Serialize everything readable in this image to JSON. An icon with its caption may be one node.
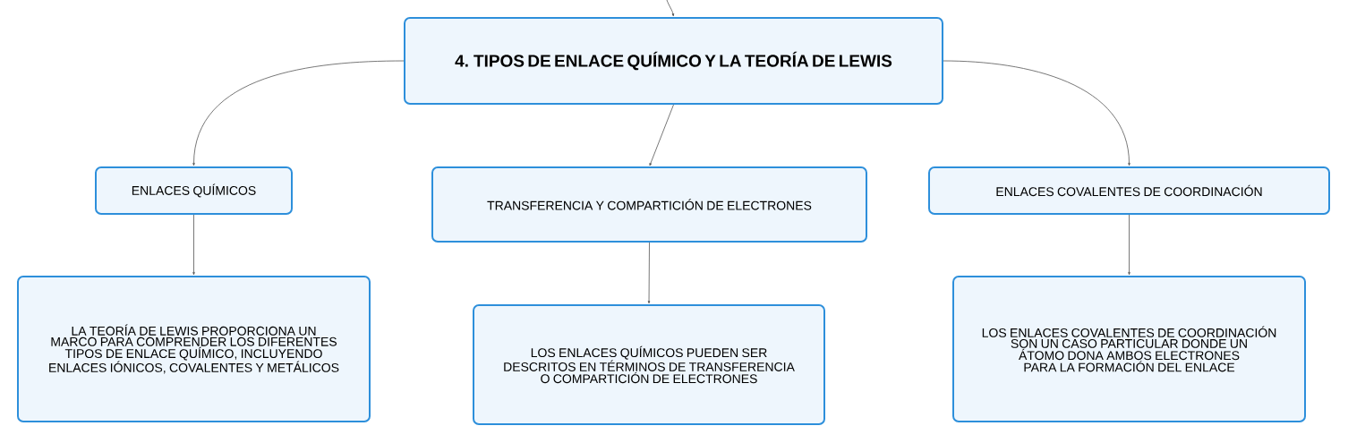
{
  "diagram": {
    "nodes": [
      {
        "text": [
          "4. TIPOS DE ENLACE QUÍMICO Y LA TEORÍA DE LEWIS"
        ]
      },
      {
        "text": [
          "ENLACES QUÍMICOS"
        ]
      },
      {
        "text": [
          "TRANSFERENCIA Y COMPARTICIÓN DE ELECTRONES"
        ]
      },
      {
        "text": [
          "ENLACES COVALENTES DE COORDINACIÓN"
        ]
      },
      {
        "text": [
          "LA TEORÍA DE LEWIS PROPORCIONA UN MARCO PARA COMPRENDER LOS DIFERENTES TIPOS DE ENLACE QUÍMICO, INCLUYENDO ENLACES IÓNICOS, COVALENTES Y METÁLICOS"
        ]
      },
      {
        "text": [
          "LOS ENLACES QUÍMICOS PUEDEN SER DESCRITOS EN TÉRMINOS DE TRANSFERENCIA O COMPARTICIÓN DE ELECTRONES"
        ]
      },
      {
        "text": [
          "LOS ENLACES COVALENTES DE COORDINACIÓN SON UN CASO PARTICULAR DONDE UN ÁTOMO DONA AMBOS ELECTRONES PARA LA FORMACIÓN DEL ENLACE"
        ]
      }
    ],
    "edges": [
      {
        "from": null,
        "to": 0,
        "arrow": "to"
      },
      {
        "from": 0,
        "to": 1,
        "arrow": "to"
      },
      {
        "from": 0,
        "to": 2,
        "arrow": "to"
      },
      {
        "from": 0,
        "to": 3,
        "arrow": "to"
      },
      {
        "from": 1,
        "to": 4,
        "arrow": "to"
      },
      {
        "from": 2,
        "to": 5,
        "arrow": "to"
      },
      {
        "from": 3,
        "to": 6,
        "arrow": "to"
      }
    ]
  }
}
